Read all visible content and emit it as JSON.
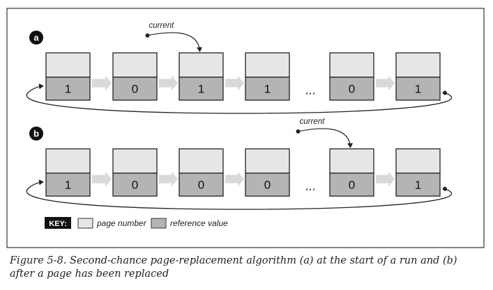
{
  "panels": [
    {
      "label": "a",
      "current_label": "current",
      "current_index": 2,
      "frames": [
        {
          "ref": "1"
        },
        {
          "ref": "0"
        },
        {
          "ref": "1"
        },
        {
          "ref": "1"
        },
        {
          "ref": "0"
        },
        {
          "ref": "1"
        }
      ],
      "ellipsis": "..."
    },
    {
      "label": "b",
      "current_label": "current",
      "current_index": 4,
      "frames": [
        {
          "ref": "1"
        },
        {
          "ref": "0"
        },
        {
          "ref": "0"
        },
        {
          "ref": "0"
        },
        {
          "ref": "0"
        },
        {
          "ref": "1"
        }
      ],
      "ellipsis": "..."
    }
  ],
  "key": {
    "label": "KEY:",
    "items": [
      {
        "label": "page number",
        "color": "#e6e6e6"
      },
      {
        "label": "reference value",
        "color": "#b4b4b4"
      }
    ]
  },
  "colors": {
    "top_cell": "#e6e6e6",
    "bottom_cell": "#b4b4b4",
    "arrow": "#d9d9d9",
    "badge": "#111111"
  },
  "caption": "Figure 5-8. Second-chance page-replacement algorithm (a) at the start of a run and (b) after a page has been replaced"
}
